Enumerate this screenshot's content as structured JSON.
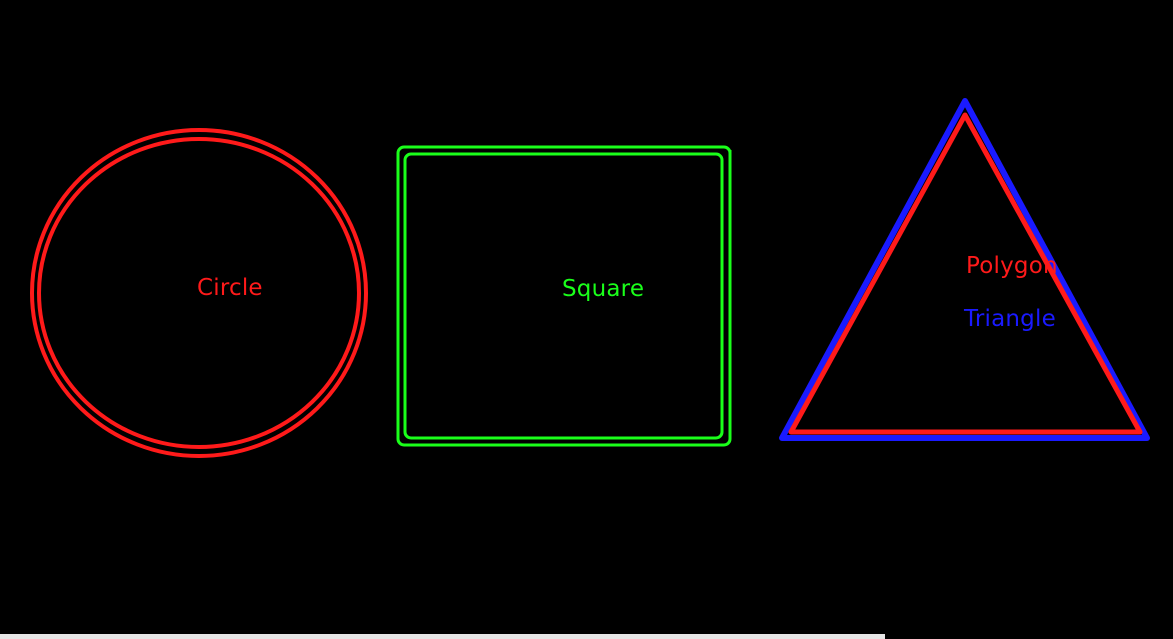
{
  "shapes": {
    "circle": {
      "label": "Circle",
      "color": "#ff1a1a"
    },
    "square": {
      "label": "Square",
      "color": "#1aff1a"
    },
    "triangle": {
      "polygon_label": "Polygon",
      "triangle_label": "Triangle",
      "inner_color": "#ff1a1a",
      "outer_color": "#1a1aff"
    }
  }
}
